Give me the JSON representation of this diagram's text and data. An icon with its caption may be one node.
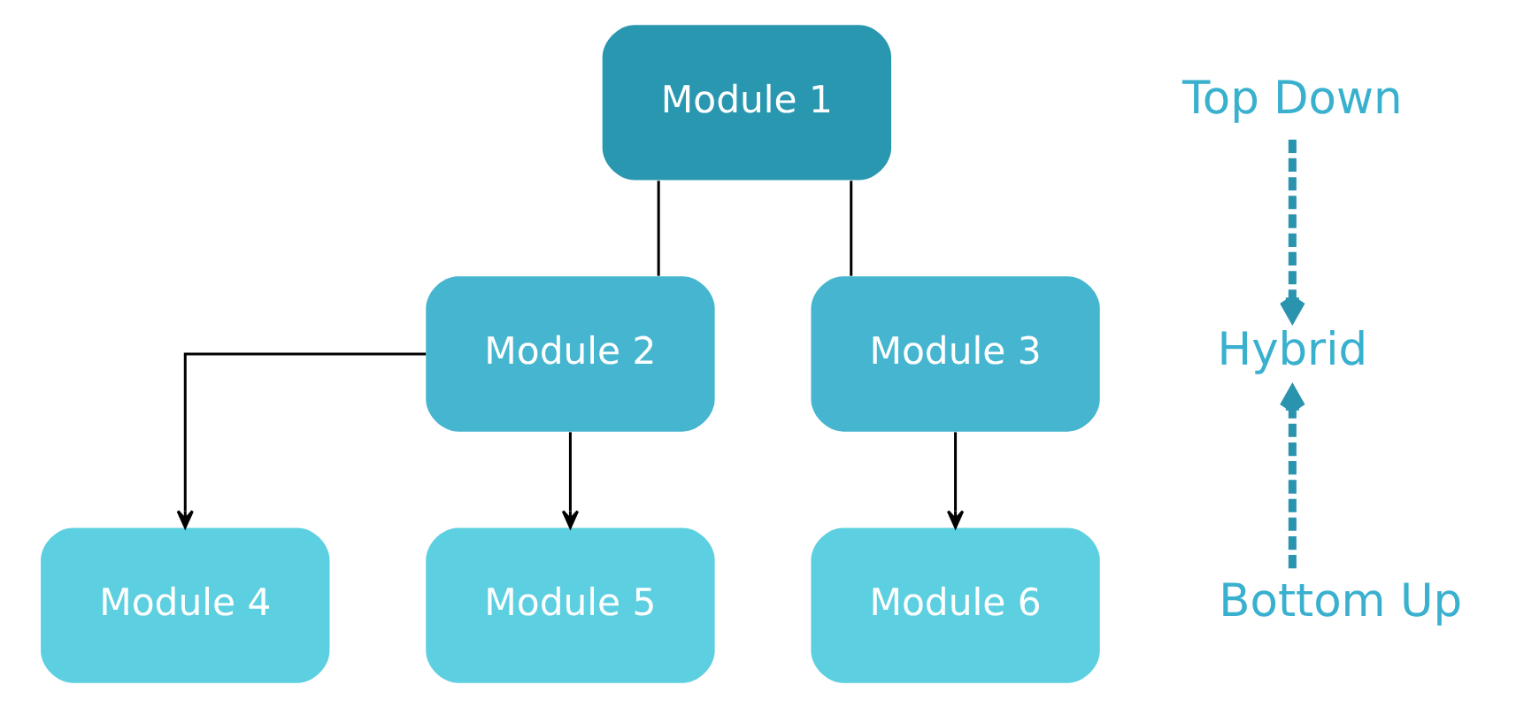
{
  "diagram": {
    "nodes": [
      {
        "text": [
          "Module 1"
        ]
      },
      {
        "text": [
          "Module 2"
        ]
      },
      {
        "text": [
          "Module 3"
        ]
      },
      {
        "text": [
          "Module 4"
        ]
      },
      {
        "text": [
          "Module 5"
        ]
      },
      {
        "text": [
          "Module 6"
        ]
      },
      {
        "text": [
          "Top Down"
        ]
      },
      {
        "text": [
          "Hybrid"
        ]
      },
      {
        "text": [
          "Bottom Up"
        ]
      }
    ],
    "edges": [
      {
        "from": 0,
        "to": 1,
        "arrow": "none"
      },
      {
        "from": 0,
        "to": 2,
        "arrow": "none"
      },
      {
        "from": 1,
        "to": 3,
        "arrow": "to"
      },
      {
        "from": 1,
        "to": 4,
        "arrow": "to"
      },
      {
        "from": 2,
        "to": 5,
        "arrow": "to"
      },
      {
        "from": 6,
        "to": 7,
        "arrow": "to",
        "style": "dashed",
        "color": "#2a93ad"
      },
      {
        "from": 8,
        "to": 7,
        "arrow": "to",
        "style": "dashed",
        "color": "#2a93ad"
      }
    ]
  }
}
